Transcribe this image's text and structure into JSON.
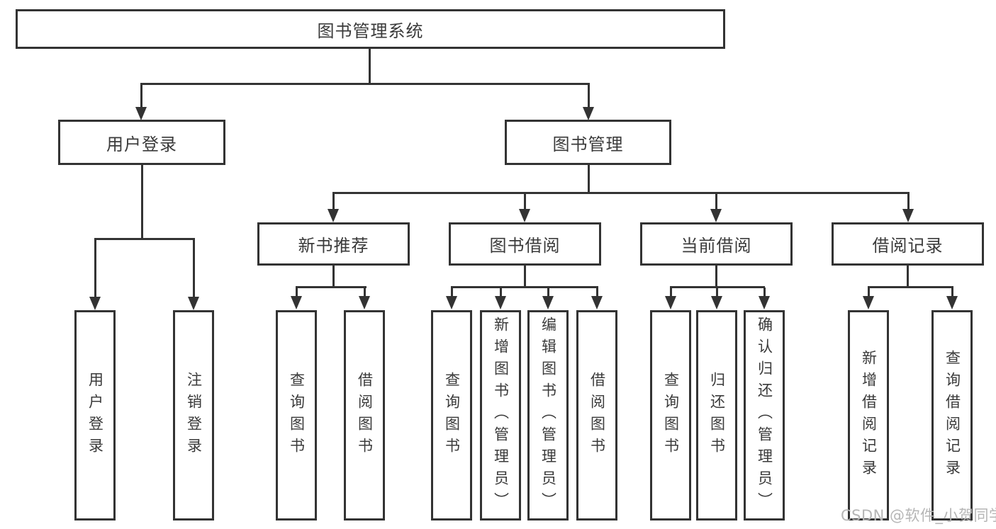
{
  "colors": {
    "line": "#333333",
    "text": "#3a3a3a",
    "box_bg": "#ffffff",
    "watermark_color": "#b6b6b6"
  },
  "diagram": {
    "root": {
      "label": "图书管理系统"
    },
    "branches": [
      {
        "label": "用户登录"
      },
      {
        "label": "图书管理"
      }
    ],
    "modules": [
      {
        "label": "新书推荐"
      },
      {
        "label": "图书借阅"
      },
      {
        "label": "当前借阅"
      },
      {
        "label": "借阅记录"
      }
    ],
    "leaves": [
      {
        "label": "用户登录"
      },
      {
        "label": "注销登录"
      },
      {
        "label": "查询图书"
      },
      {
        "label": "借阅图书"
      },
      {
        "label": "查询图书"
      },
      {
        "label": "新增图书（管理员）"
      },
      {
        "label": "编辑图书（管理员）"
      },
      {
        "label": "借阅图书"
      },
      {
        "label": "查询图书"
      },
      {
        "label": "归还图书"
      },
      {
        "label": "确认归还（管理员）"
      },
      {
        "label": "新增借阅记录"
      },
      {
        "label": "查询借阅记录"
      }
    ]
  },
  "watermark": {
    "label": "CSDN @软件_小贺同学"
  }
}
